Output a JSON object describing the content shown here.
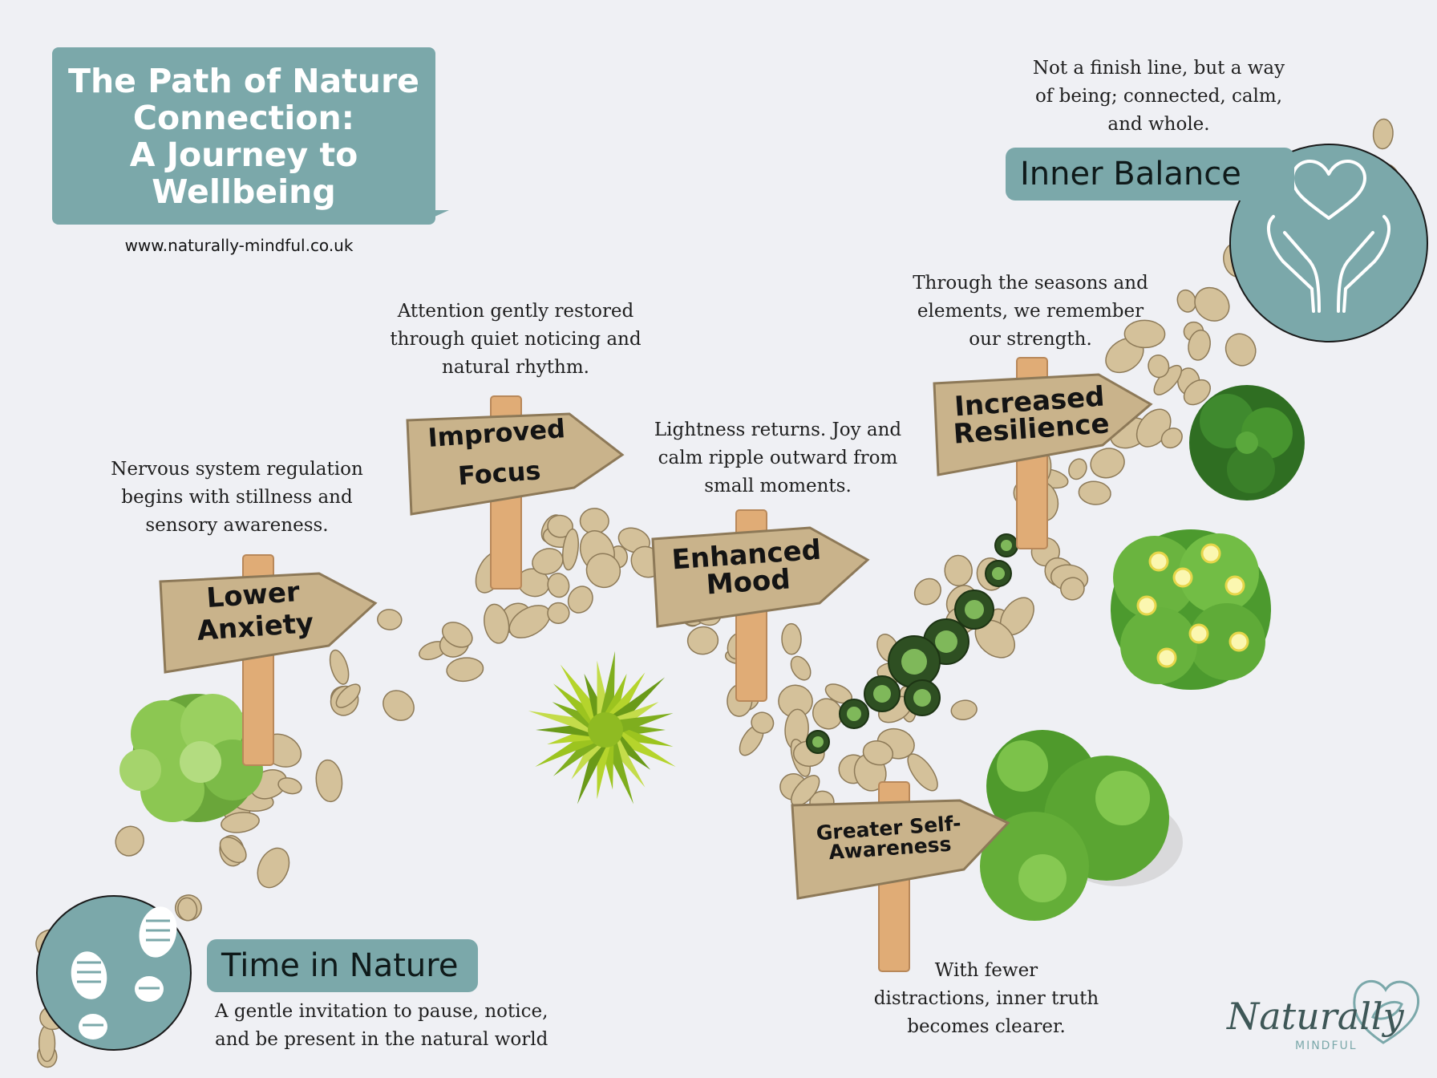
{
  "title": {
    "lines": [
      "The Path of Nature",
      "Connection:",
      "A Journey to",
      "Wellbeing"
    ]
  },
  "website": "www.naturally-mindful.co.uk",
  "start": {
    "label": "Time in Nature",
    "description": [
      "A gentle invitation to pause, notice,",
      "and be present in the natural world"
    ]
  },
  "end": {
    "label": "Inner Balance",
    "description": [
      "Not a finish line, but a way",
      "of being; connected, calm,",
      "and whole."
    ]
  },
  "signs": {
    "lower_anxiety": {
      "lines": [
        "Lower",
        "Anxiety"
      ],
      "description": [
        "Nervous system regulation",
        "begins with stillness and",
        "sensory awareness."
      ]
    },
    "improved_focus": {
      "lines": [
        "Improved",
        "Focus"
      ],
      "description": [
        "Attention gently restored",
        "through quiet noticing and",
        "natural rhythm."
      ]
    },
    "enhanced_mood": {
      "lines": [
        "Enhanced",
        "Mood"
      ],
      "description": [
        "Lightness returns. Joy and",
        "calm ripple outward from",
        "small moments."
      ]
    },
    "greater_self_awareness": {
      "lines": [
        "Greater Self-",
        "Awareness"
      ],
      "description": [
        "With fewer",
        "distractions, inner truth",
        "becomes clearer."
      ]
    },
    "increased_resilience": {
      "lines": [
        "Increased",
        "Resilience"
      ],
      "description": [
        "Through the seasons and",
        "elements, we remember",
        "our strength."
      ]
    }
  },
  "logo": {
    "name": "Naturally",
    "sub": "MINDFUL"
  },
  "colors": {
    "teal": "#7ba8aa",
    "stone": "#d4c19a",
    "wood": "#c9b38b",
    "post": "#e0ac76",
    "background": "#eff0f4"
  },
  "icons": [
    "footprints-icon",
    "heart-hands-icon",
    "heart-leaf-icon"
  ]
}
